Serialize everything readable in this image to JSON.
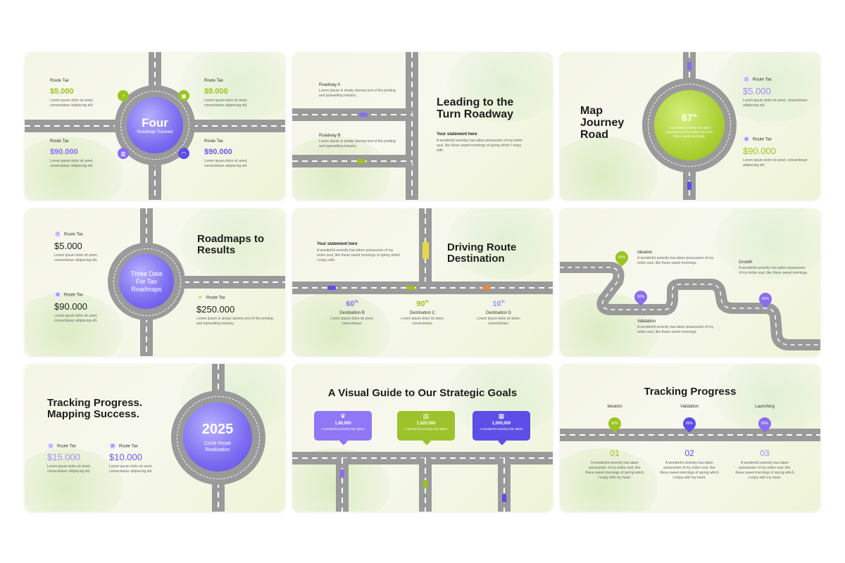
{
  "s1": {
    "center_title": "Four",
    "center_sub": "Roadmap Traveled",
    "items": [
      {
        "label": "Route Tax",
        "value": "$5.000",
        "desc": "Lorem ipsum dolor sit amet, consectetuer adipiscing elit."
      },
      {
        "label": "Route Tax",
        "value": "$9.000",
        "desc": "Lorem ipsum dolor sit amet, consectetuer adipiscing elit."
      },
      {
        "label": "Route Tax",
        "value": "$90.000",
        "desc": "Lorem ipsum dolor sit amet, consectetuer adipiscing elit."
      },
      {
        "label": "Route Tax",
        "value": "$90.000",
        "desc": "Lorem ipsum dolor sit amet, consectetuer adipiscing elit."
      }
    ]
  },
  "s2": {
    "title": "Leading to the Turn Roadway",
    "statement": "Your statement here",
    "statement_desc": "A wonderful serenity has taken possession of my entire soul, like these sweet mornings of spring which I enjoy with.",
    "road_a": "Roadway A",
    "road_a_desc": "Lorem Ipsum is simply dummy text of the printing and typesetting industry.",
    "road_b": "Roadway B",
    "road_b_desc": "Lorem Ipsum is simply dummy text of the printing and typesetting industry."
  },
  "s3": {
    "title": "Map Journey Road",
    "percent": "67",
    "percent_unit": "%",
    "center_desc": "A wonderful serenity has taken possession of my entire soul, like these sweet mornings.",
    "items": [
      {
        "label": "Route Tax",
        "value": "$5.000",
        "desc": "Lorem ipsum dolor sit amet, consectetuer adipiscing elit."
      },
      {
        "label": "Route Tax",
        "value": "$90.000",
        "desc": "Lorem ipsum dolor sit amet, consectetuer adipiscing elit."
      }
    ]
  },
  "s4": {
    "title": "Roadmaps to Results",
    "center": "Three Data For Tax Roadmaps",
    "items": [
      {
        "label": "Route Tax",
        "value": "$5.000",
        "desc": "Lorem ipsum dolor sit amet, consectetuer adipiscing elit."
      },
      {
        "label": "Route Tax",
        "value": "$90.000",
        "desc": "Lorem ipsum dolor sit amet, consectetuer adipiscing elit."
      },
      {
        "label": "Route Tax",
        "value": "$250.000",
        "desc": "Lorem Ipsum is simply dummy text of the printing and typesetting industry."
      }
    ]
  },
  "s5": {
    "title": "Driving Route Destination",
    "statement": "Your statement here",
    "statement_desc": "A wonderful serenity has taken possession of my entire soul, like these sweet mornings of spring which I enjoy with.",
    "dests": [
      {
        "pct": "60",
        "unit": "%",
        "name": "Destination B",
        "desc": "Lorem ipsum dolor sit amet, consectetuer."
      },
      {
        "pct": "90",
        "unit": "%",
        "name": "Destination C",
        "desc": "Lorem ipsum dolor sit amet, consectetuer."
      },
      {
        "pct": "10",
        "unit": "%",
        "name": "Destination D",
        "desc": "Lorem ipsum dolor sit amet, consectetuer."
      }
    ]
  },
  "s6": {
    "stages": [
      {
        "name": "Ideation",
        "pct": "60%",
        "desc": "A wonderful serenity has taken possession of my entire soul, like these sweet mornings."
      },
      {
        "name": "Validation",
        "pct": "60%",
        "desc": "A wonderful serenity has taken possession of my entire soul, like these sweet mornings."
      },
      {
        "name": "Growth",
        "pct": "60%",
        "desc": "A wonderful serenity has taken possession of my entire soul, like these sweet mornings."
      }
    ]
  },
  "s7": {
    "title1": "Tracking Progress.",
    "title2": "Mapping Success.",
    "year": "2025",
    "center_sub": "Circle Route Realization",
    "items": [
      {
        "label": "Route Tax",
        "value": "$15.000",
        "desc": "Lorem ipsum dolor sit amet, consectetuer adipiscing elit."
      },
      {
        "label": "Route Tax",
        "value": "$10.000",
        "desc": "Lorem ipsum dolor sit amet, consectetuer adipiscing elit."
      }
    ]
  },
  "s8": {
    "title": "A Visual Guide to Our Strategic Goals",
    "bubbles": [
      {
        "value": "1,80,000",
        "desc": "A wonderful serenity has taken",
        "color": "#8f77f5"
      },
      {
        "value": "1,520,000",
        "desc": "A wonderful serenity has taken",
        "color": "#9cc32b"
      },
      {
        "value": "1,000,000",
        "desc": "A wonderful serenity has taken",
        "color": "#5c4ee6"
      }
    ]
  },
  "s9": {
    "title": "Tracking Progress",
    "stages": [
      {
        "name": "Ideation",
        "pct": "90%",
        "num": "01",
        "desc": "A wonderful serenity has taken possession of my entire soul, like these sweet mornings of spring which I enjoy with my heart."
      },
      {
        "name": "Validation",
        "pct": "80%",
        "num": "02",
        "desc": "A wonderful serenity has taken possession of my entire soul, like these sweet mornings of spring which I enjoy with my heart."
      },
      {
        "name": "Launching",
        "pct": "60%",
        "num": "03",
        "desc": "A wonderful serenity has taken possession of my entire soul, like these sweet mornings of spring which I enjoy with my heart."
      }
    ]
  },
  "colors": {
    "green": "#9ac420",
    "purple": "#7b6cf0",
    "road": "#9a9a9a"
  }
}
